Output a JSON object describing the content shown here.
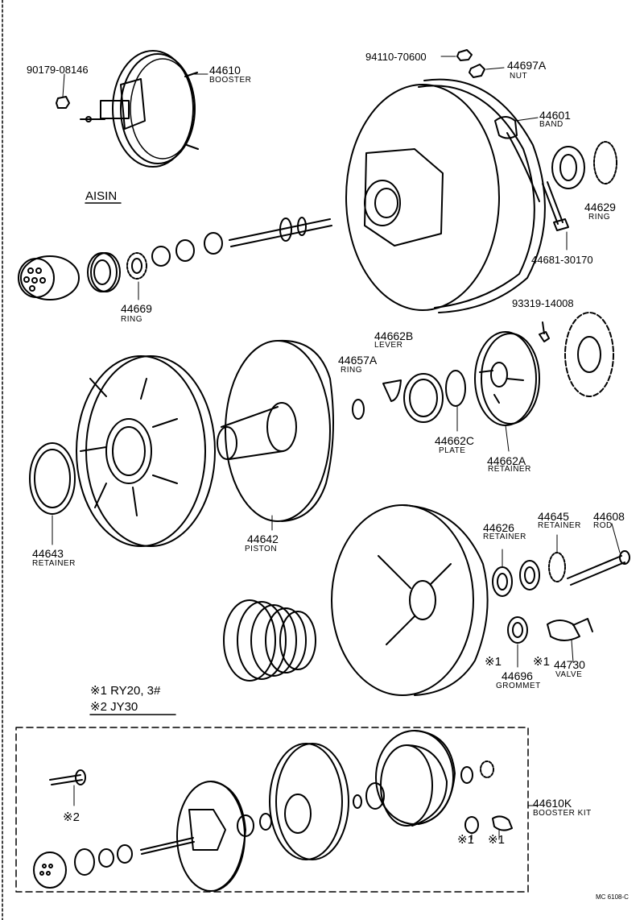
{
  "brand": "AISIN",
  "parts": {
    "p90179": {
      "number": "90179-08146"
    },
    "p44610": {
      "number": "44610",
      "name": "BOOSTER"
    },
    "p94110": {
      "number": "94110-70600"
    },
    "p44697a": {
      "number": "44697A",
      "name": "NUT"
    },
    "p44601": {
      "number": "44601",
      "name": "BAND"
    },
    "p44629": {
      "number": "44629",
      "name": "RING"
    },
    "p44681": {
      "number": "44681-30170"
    },
    "p44669": {
      "number": "44669",
      "name": "RING"
    },
    "p93319": {
      "number": "93319-14008"
    },
    "p44662b": {
      "number": "44662B",
      "name": "LEVER"
    },
    "p44657a": {
      "number": "44657A",
      "name": "RING"
    },
    "p44662c": {
      "number": "44662C",
      "name": "PLATE"
    },
    "p44662a": {
      "number": "44662A",
      "name": "RETAINER"
    },
    "p44643": {
      "number": "44643",
      "name": "RETAINER"
    },
    "p44642": {
      "number": "44642",
      "name": "PISTON"
    },
    "p44626": {
      "number": "44626",
      "name": "RETAINER"
    },
    "p44645": {
      "number": "44645",
      "name": "RETAINER"
    },
    "p44608": {
      "number": "44608",
      "name": "ROD"
    },
    "p44696": {
      "number": "44696",
      "name": "GROMMET"
    },
    "p44730": {
      "number": "44730",
      "name": "VALVE"
    },
    "p44610k": {
      "number": "44610K",
      "name": "BOOSTER KIT"
    }
  },
  "marks": {
    "m1": "※1",
    "m2": "※2"
  },
  "notes": {
    "n1": "※1 RY20, 3#",
    "n2": "※2 JY30"
  },
  "footer": "MC 6108-C"
}
